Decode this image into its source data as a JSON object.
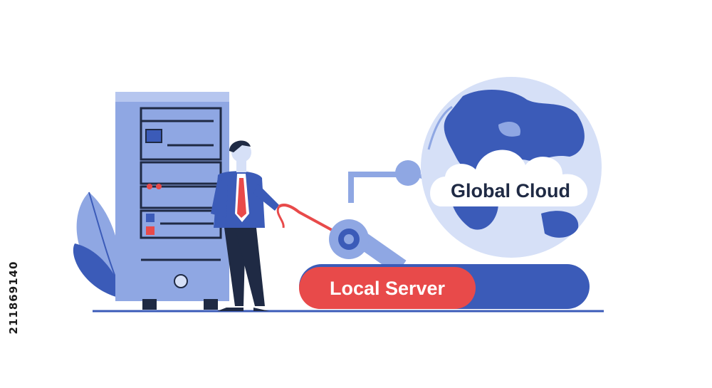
{
  "labels": {
    "local_server": "Local Server",
    "global_cloud": "Global Cloud"
  },
  "stock_id": "211869140",
  "icons": {
    "server": "server-rack-icon",
    "globe": "globe-icon",
    "cloud": "cloud-icon",
    "person": "businessman-icon",
    "plant": "leaf-icon"
  },
  "colors": {
    "primary_blue": "#3b5bb8",
    "light_blue": "#8fa7e3",
    "pale_blue": "#d6e0f7",
    "accent_red": "#e84a4a",
    "navy": "#1f2a44"
  }
}
